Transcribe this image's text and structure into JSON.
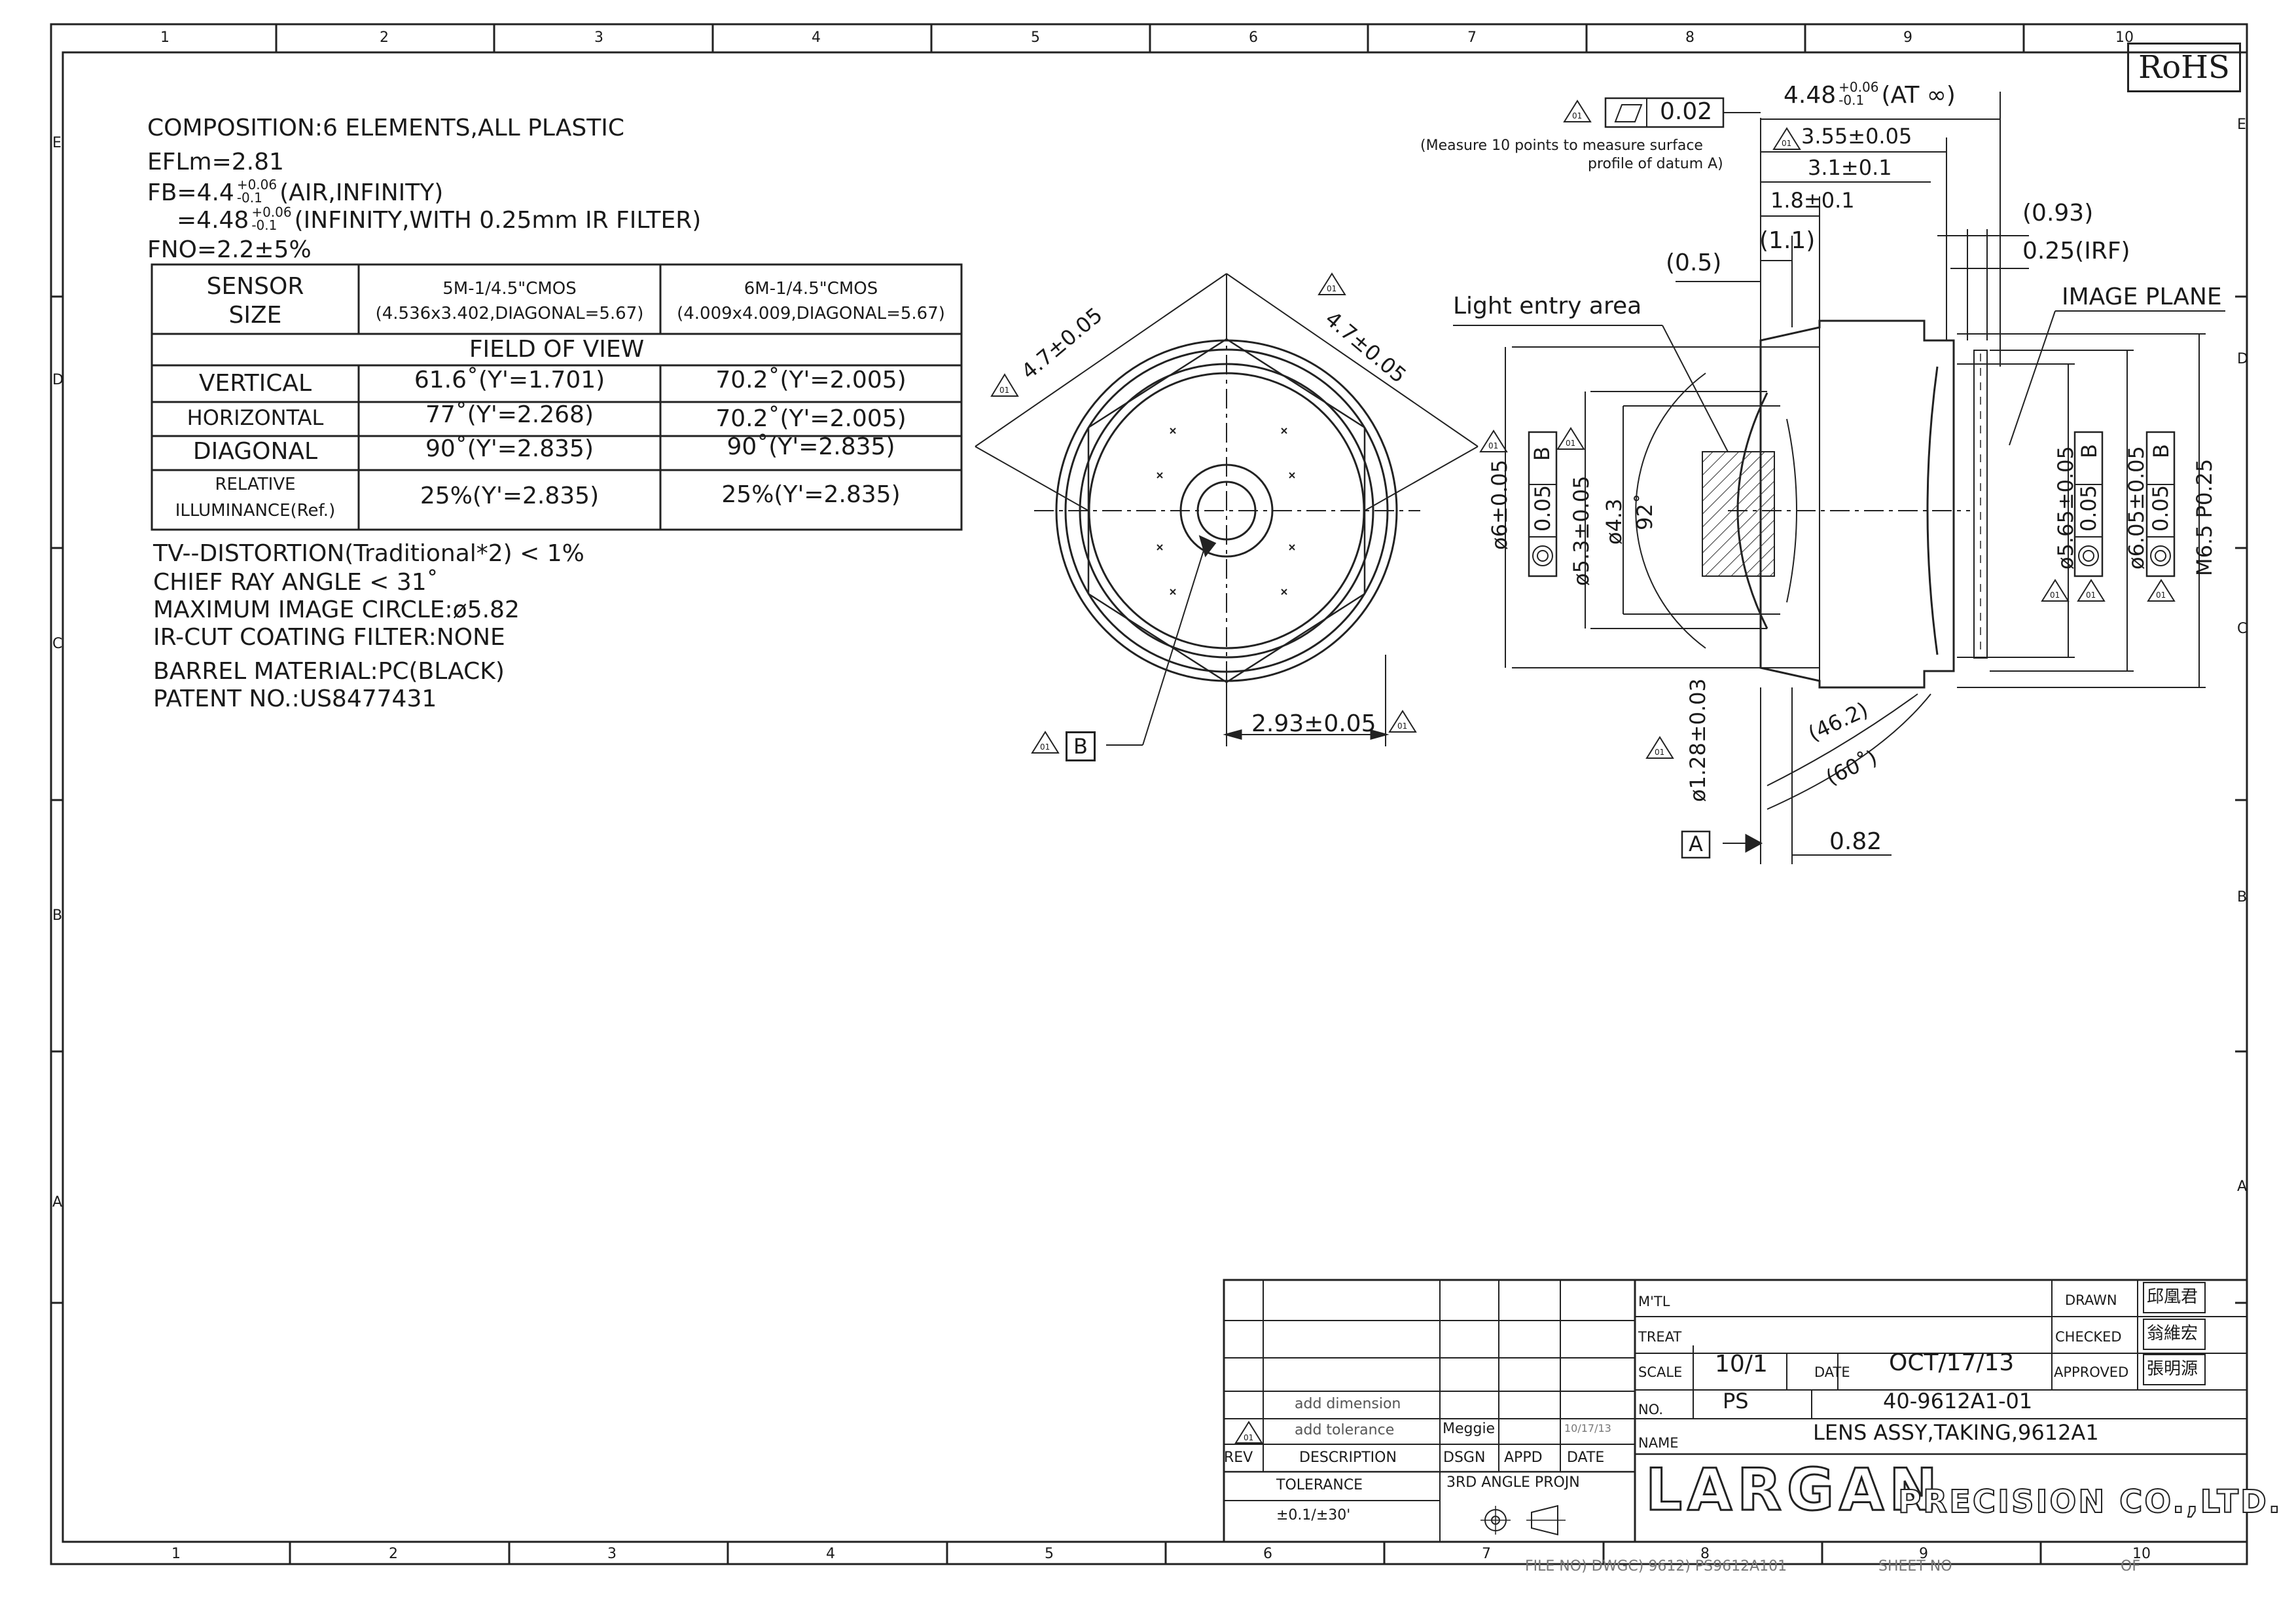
{
  "border": {
    "zones_top": [
      "1",
      "2",
      "3",
      "4",
      "5",
      "6",
      "7",
      "8",
      "9",
      "10"
    ],
    "zones_bottom": [
      "1",
      "2",
      "3",
      "4",
      "5",
      "6",
      "7",
      "8",
      "9",
      "10"
    ],
    "zones_side": [
      "E",
      "D",
      "C",
      "B",
      "A"
    ]
  },
  "rohs": "RoHS",
  "spec": {
    "composition": "COMPOSITION:6 ELEMENTS,ALL PLASTIC",
    "efl": "EFLm=2.81",
    "fb1_a": "FB=4.4",
    "fb1_tol_up": "+0.06",
    "fb1_tol_dn": "-0.1",
    "fb1_b": "(AIR,INFINITY)",
    "fb2_a": "=4.48",
    "fb2_tol_up": "+0.06",
    "fb2_tol_dn": "-0.1",
    "fb2_b": "(INFINITY,WITH 0.25mm IR FILTER)",
    "fno": "FNO=2.2±5%",
    "distortion": "TV--DISTORTION(Traditional*2) < 1%",
    "cra": "CHIEF RAY ANGLE < 31˚",
    "circle": "MAXIMUM IMAGE CIRCLE:ø5.82",
    "ircut": "IR-CUT COATING FILTER:NONE",
    "barrel": "BARREL MATERIAL:PC(BLACK)",
    "patent": "PATENT NO.:US8477431"
  },
  "fov_table": {
    "sensor_label": [
      "SENSOR",
      "SIZE"
    ],
    "col1_a": "5M-1/4.5\"CMOS",
    "col1_b": "(4.536x3.402,DIAGONAL=5.67)",
    "col2_a": "6M-1/4.5\"CMOS",
    "col2_b": "(4.009x4.009,DIAGONAL=5.67)",
    "fov_header": "FIELD OF VIEW",
    "rows": [
      {
        "label": "VERTICAL",
        "c1": "61.6˚(Y'=1.701)",
        "c2": "70.2˚(Y'=2.005)"
      },
      {
        "label": "HORIZONTAL",
        "c1": "77˚(Y'=2.268)",
        "c2": "70.2˚(Y'=2.005)"
      },
      {
        "label": "DIAGONAL",
        "c1": "90˚(Y'=2.835)",
        "c2": "90˚(Y'=2.835)"
      }
    ],
    "rel_label_a": "RELATIVE",
    "rel_label_b": "ILLUMINANCE(Ref.)",
    "rel_c1": "25%(Y'=2.835)",
    "rel_c2": "25%(Y'=2.835)"
  },
  "front_view": {
    "hex_dim_left": "4.7±0.05",
    "hex_dim_right": "4.7±0.05",
    "offset_dim": "2.93±0.05",
    "datum_b": "B",
    "rev_mark": "01"
  },
  "side_view": {
    "flatness_value": "0.02",
    "flatness_note_a": "(Measure 10 points to measure surface",
    "flatness_note_b": "profile of datum A)",
    "d448": "4.48",
    "d448_up": "+0.06",
    "d448_dn": "-0.1",
    "d448_tail": "(AT ∞)",
    "d355": "3.55±0.05",
    "d31": "3.1±0.1",
    "d18": "1.8±0.1",
    "d11": "(1.1)",
    "d05": "(0.5)",
    "d093": "(0.93)",
    "d025": "0.25(IRF)",
    "image_plane": "IMAGE PLANE",
    "light_entry": "Light entry area",
    "dia6": "ø6±0.05",
    "dia53": "ø5.3±0.05",
    "dia43": "ø4.3",
    "angle92": "92˚",
    "dia565": "ø5.65±0.05",
    "dia605": "ø6.05±0.05",
    "m65": "M6.5  P0.25",
    "tol005": "0.05",
    "datum_b": "B",
    "dia128": "ø1.28±0.03",
    "d462": "(46.2)",
    "d60": "(60˚)",
    "d082": "0.82",
    "datum_a": "A"
  },
  "title_block": {
    "revisions": [
      {
        "rev": "",
        "desc": "add dimension",
        "dsgn": "",
        "appd": "",
        "date": ""
      },
      {
        "rev": "01",
        "desc": "add tolerance",
        "dsgn": "Meggie",
        "appd": "",
        "date": "10/17/13"
      }
    ],
    "hdr_rev": "REV",
    "hdr_desc": "DESCRIPTION",
    "hdr_dsgn": "DSGN",
    "hdr_appd": "APPD",
    "hdr_date": "DATE",
    "tolerance_label": "TOLERANCE",
    "tolerance_value": "±0.1/±30'",
    "projection": "3RD ANGLE PROJN",
    "mtl": "M'TL",
    "treat": "TREAT",
    "scale_label": "SCALE",
    "scale_value": "10/1",
    "date_label": "DATE",
    "date_value": "OCT/17/13",
    "no_label": "NO.",
    "no_prefix": "PS",
    "no_value": "40-9612A1-01",
    "name_label": "NAME",
    "name_value": "LENS ASSY,TAKING,9612A1",
    "drawn": "DRAWN",
    "checked": "CHECKED",
    "approved": "APPROVED",
    "sig_drawn": "邱凰君",
    "sig_checked": "翁維宏",
    "sig_approved": "張明源",
    "company_logo": "LARGAN",
    "company_rest": "PRECISION CO.,LTD.",
    "file_no": "FILE NO) DWGC) 9612) PS9612A101",
    "sheet_no": "SHEET NO",
    "of": "OF"
  }
}
